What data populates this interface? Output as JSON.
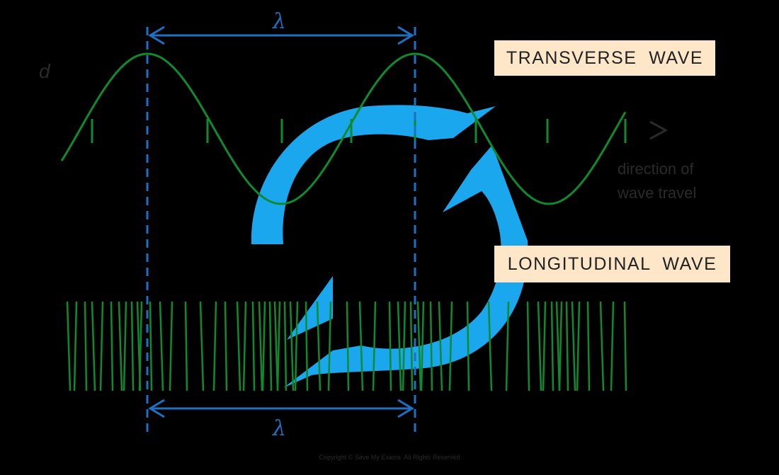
{
  "labels": {
    "transverse": "TRANSVERSE  WAVE",
    "longitudinal": "LONGITUDINAL  WAVE",
    "wavelength_symbol_top": "λ",
    "wavelength_symbol_bottom": "λ",
    "displacement_axis": "d",
    "direction_line1": "direction of",
    "direction_line2": "wave travel",
    "copyright": "Copyright © Save My Exams. All Rights Reserved"
  },
  "colors": {
    "wave": "#0f8a2e",
    "wavelength_markers": "#1f6fc2",
    "cycle_arrow": "#1aa7ee",
    "label_box": "#fde7c8",
    "background": "#000000"
  },
  "icons": {
    "cycle": "circular-arrows-icon",
    "direction": "arrow-head-icon"
  }
}
